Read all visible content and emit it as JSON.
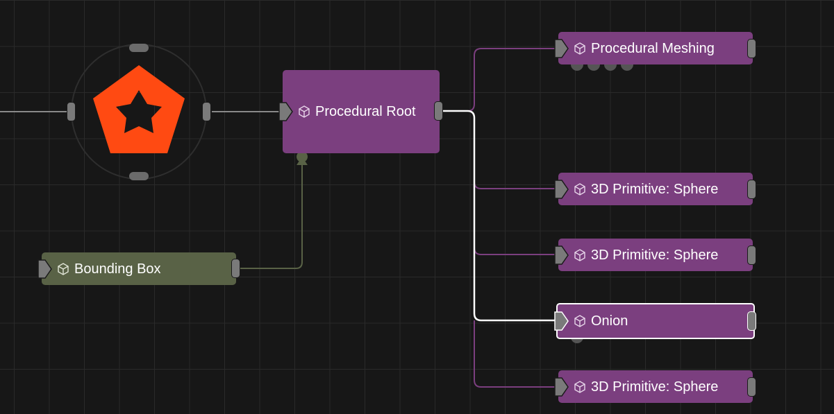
{
  "nodes": {
    "procedural_root": "Procedural Root",
    "bounding_box": "Bounding Box",
    "procedural_meshing": "Procedural Meshing",
    "sphere_1": "3D Primitive: Sphere",
    "sphere_2": "3D Primitive: Sphere",
    "onion": "Onion",
    "sphere_3": "3D Primitive: Sphere"
  },
  "colors": {
    "background": "#171717",
    "grid": "#2a2a2a",
    "procedural_node": "#7b3f7f",
    "bounds_node": "#596246",
    "logo": "#ff4a12",
    "wire_default": "#7a7a7a",
    "wire_procedural": "#7b3f7f",
    "wire_selected": "#ffffff",
    "wire_bounds": "#596246"
  },
  "icons": {
    "procedural": "procedural-cube-icon",
    "bounds": "cube-outline-icon",
    "logo": "origin-star-logo"
  }
}
